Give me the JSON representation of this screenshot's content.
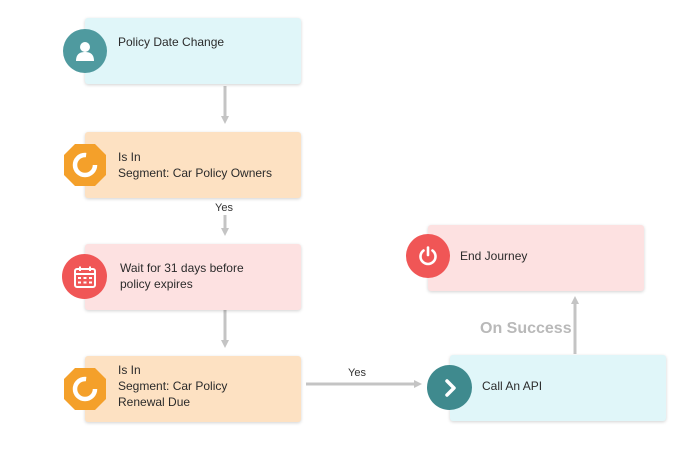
{
  "nodes": {
    "policy_date_change": {
      "lines": [
        "Policy Date Change"
      ],
      "icon": "user-icon",
      "color": "#e0f6f9",
      "badge": "#4f9a9f"
    },
    "segment_owners": {
      "lines": [
        "Is In",
        "Segment: Car Policy Owners"
      ],
      "icon": "segment-icon",
      "color": "#fde1c2",
      "badge": "#f4a02a"
    },
    "wait": {
      "lines": [
        "Wait for 31 days before",
        "policy expires"
      ],
      "icon": "calendar-icon",
      "color": "#fde1e1",
      "badge": "#f05656"
    },
    "segment_renewal": {
      "lines": [
        "Is In",
        "Segment: Car Policy",
        "Renewal Due"
      ],
      "icon": "segment-icon",
      "color": "#fde1c2",
      "badge": "#f4a02a"
    },
    "call_api": {
      "lines": [
        "Call An API"
      ],
      "icon": "chevron-right-icon",
      "color": "#e0f6f9",
      "badge": "#3f8a8e"
    },
    "end_journey": {
      "lines": [
        "End Journey"
      ],
      "icon": "power-icon",
      "color": "#fde1e1",
      "badge": "#f05656"
    }
  },
  "edges": {
    "yes_1": "Yes",
    "yes_2": "Yes",
    "on_success": "On Success"
  },
  "colors": {
    "arrow": "#c4c4c4"
  }
}
